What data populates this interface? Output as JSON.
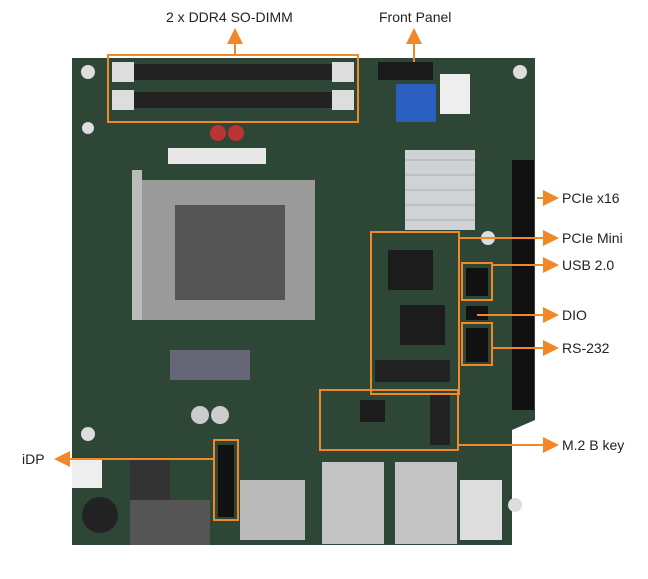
{
  "labels": {
    "ddr4": "2 x DDR4 SO-DIMM",
    "front_panel": "Front Panel",
    "pcie_x16": "PCIe x16",
    "pcie_mini": "PCIe Mini",
    "usb20": "USB 2.0",
    "dio": "DIO",
    "rs232": "RS-232",
    "m2": "M.2 B key",
    "idp": "iDP"
  },
  "colors": {
    "accent": "#f0882a",
    "board": "#2e4636"
  }
}
